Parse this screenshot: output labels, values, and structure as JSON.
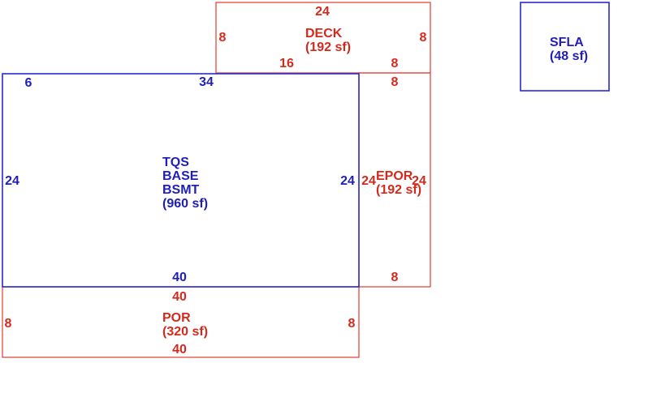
{
  "colors": {
    "red": "#d42a1e",
    "blue": "#1f1fb8"
  },
  "areas": {
    "deck": {
      "name": "DECK",
      "area": "(192 sf)",
      "dims": {
        "top": "24",
        "left": "8",
        "right": "8",
        "bottom_left": "16",
        "bottom_right": "8"
      }
    },
    "main": {
      "line1": "TQS",
      "line2": "BASE",
      "line3": "BSMT",
      "area": "(960 sf)",
      "dims": {
        "top_left": "6",
        "top": "34",
        "left": "24",
        "right": "24",
        "bottom": "40"
      }
    },
    "epor": {
      "name": "EPOR",
      "area": "(192 sf)",
      "dims": {
        "top": "8",
        "left": "24",
        "right": "24",
        "bottom": "8"
      }
    },
    "por": {
      "name": "POR",
      "area": "(320 sf)",
      "dims": {
        "top": "40",
        "left": "8",
        "right": "8",
        "bottom": "40"
      }
    },
    "sfla": {
      "name": "SFLA",
      "area": "(48 sf)"
    }
  }
}
